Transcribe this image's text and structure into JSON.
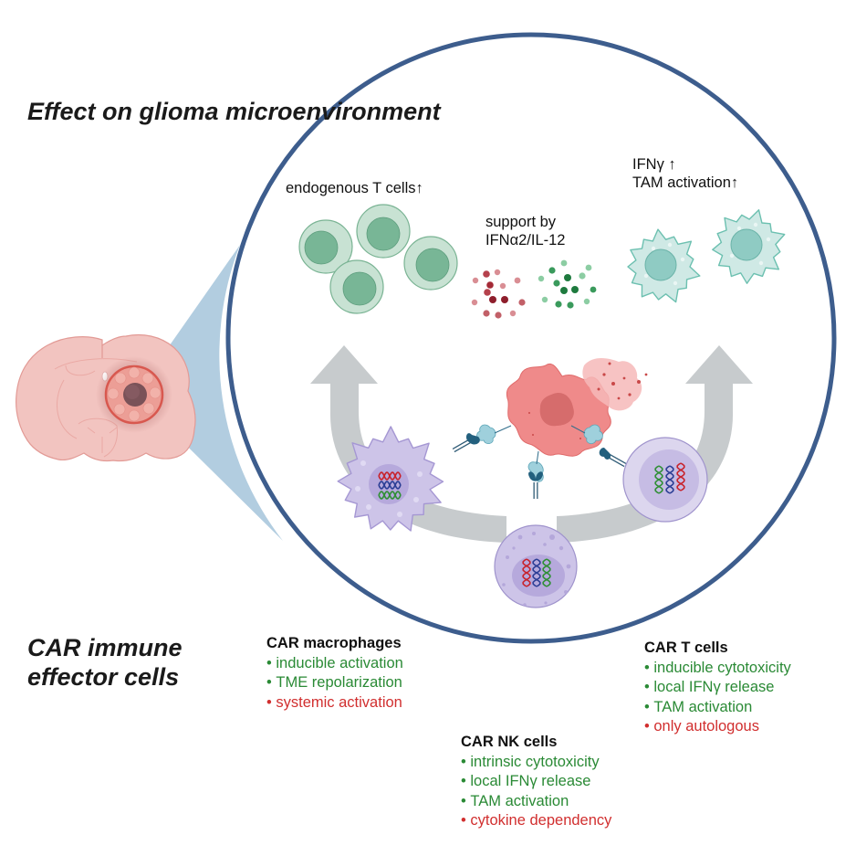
{
  "colors": {
    "pro": "#2a8a35",
    "con": "#d12f2f",
    "circle_outline": "#3d5d8d",
    "zoom_wedge": "#b2cde0",
    "arrow_gray": "#c7cbcd",
    "t_cell_green": "#78b696",
    "tam_teal": "#8fcbc3",
    "car_cell_lavender": "#c9c0e4",
    "tumor_red": "#ef8a8a"
  },
  "sections": {
    "top_title": "Effect on glioma microenvironment",
    "bottom_title": "CAR immune effector cells"
  },
  "effects": {
    "t_cells": "endogenous T cells↑",
    "cytokines_line1": "support by",
    "cytokines_line2": "IFNα2/IL-12",
    "tam_line1": "IFNγ ↑",
    "tam_line2": "TAM activation↑"
  },
  "effector_cells": [
    {
      "id": "macrophages",
      "title": "CAR macrophages",
      "items": [
        {
          "text": "inducible activation",
          "kind": "pro"
        },
        {
          "text": "TME repolarization",
          "kind": "pro"
        },
        {
          "text": "systemic activation",
          "kind": "con"
        }
      ]
    },
    {
      "id": "nk",
      "title": "CAR NK cells",
      "items": [
        {
          "text": "intrinsic cytotoxicity",
          "kind": "pro"
        },
        {
          "text": "local IFNγ release",
          "kind": "pro"
        },
        {
          "text": "TAM activation",
          "kind": "pro"
        },
        {
          "text": "cytokine dependency",
          "kind": "con"
        }
      ]
    },
    {
      "id": "t",
      "title": "CAR T cells",
      "items": [
        {
          "text": "inducible cytotoxicity",
          "kind": "pro"
        },
        {
          "text": "local IFNγ release",
          "kind": "pro"
        },
        {
          "text": "TAM activation",
          "kind": "pro"
        },
        {
          "text": "only autologous",
          "kind": "con"
        }
      ]
    }
  ],
  "icons": {
    "brain": "brain-section-icon",
    "tumor": "glioma-tumor-icon",
    "t_cell": "t-cell-icon",
    "cytokine": "cytokine-particles-icon",
    "tam": "macrophage-icon",
    "tumor_cell": "tumor-cell-icon",
    "car_macrophage": "car-macrophage-icon",
    "car_nk": "car-nk-cell-icon",
    "car_t": "car-t-cell-icon",
    "dna": "dna-icon",
    "receptor": "car-receptor-icon",
    "antigen": "antigen-icon",
    "arrow": "up-arrow-icon"
  }
}
